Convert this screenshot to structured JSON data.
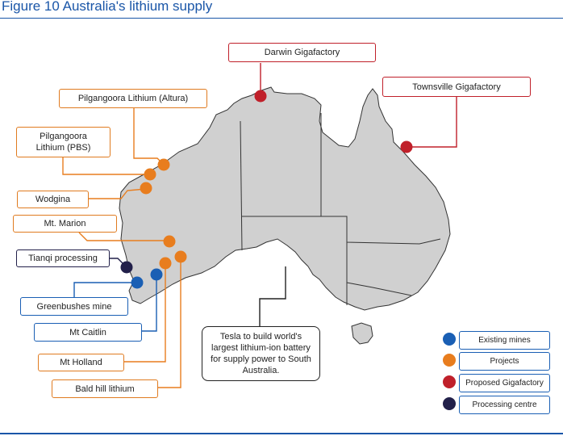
{
  "title": "Figure 10 Australia's lithium supply",
  "colors": {
    "existing": "#1a5fb4",
    "project": "#e87d1e",
    "gigafactory": "#c0202a",
    "processing": "#22204a",
    "land": "#d0d0d0"
  },
  "labels": {
    "darwin": "Darwin Gigafactory",
    "townsville": "Townsville Gigafactory",
    "altura": "Pilgangoora Lithium (Altura)",
    "pbs": "Pilgangoora Lithium (PBS)",
    "wodgina": "Wodgina",
    "marion": "Mt. Marion",
    "tianqi": "Tianqi processing",
    "greenbushes": "Greenbushes mine",
    "caitlin": "Mt Caitlin",
    "holland": "Mt Holland",
    "baldhill": "Bald hill lithium",
    "tesla": "Tesla to build world's largest lithium-ion battery for supply power to South Australia."
  },
  "legend": [
    {
      "label": "Existing mines",
      "color": "#1a5fb4"
    },
    {
      "label": "Projects",
      "color": "#e87d1e"
    },
    {
      "label": "Proposed Gigafactory",
      "color": "#c0202a"
    },
    {
      "label": "Processing centre",
      "color": "#22204a"
    }
  ]
}
